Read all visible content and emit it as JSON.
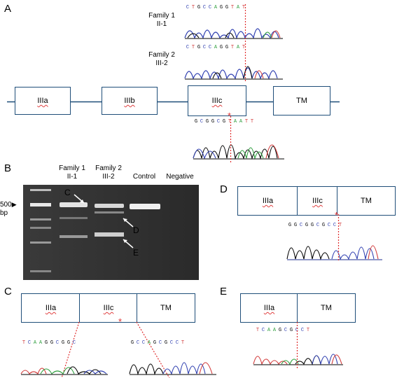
{
  "panels": {
    "a": {
      "letter": "A",
      "family1": "Family 1",
      "family1_id": "II-1",
      "family2": "Family 2",
      "family2_id": "III-2",
      "seq_top": [
        "C",
        "T",
        "G",
        "C",
        "C",
        "A",
        "G",
        "G",
        "T",
        "A",
        "T"
      ],
      "seq_mid": [
        "C",
        "T",
        "G",
        "C",
        "C",
        "A",
        "G",
        "G",
        "T",
        "A",
        "T"
      ],
      "seq_bot": [
        "G",
        "C",
        "G",
        "G",
        "C",
        "G",
        "T",
        "A",
        "A",
        "T",
        "T"
      ],
      "exons": [
        "IIIa",
        "IIIb",
        "IIIc",
        "TM"
      ],
      "asterisk": "*"
    },
    "b": {
      "letter": "B",
      "lanes": [
        "Family 1",
        "II-1",
        "Family 2",
        "III-2",
        "Control",
        "Negative"
      ],
      "marker_size": "500",
      "marker_unit": "bp",
      "band_labels": [
        "C",
        "D",
        "E"
      ]
    },
    "c": {
      "letter": "C",
      "exons": [
        "IIIa",
        "IIIc",
        "TM"
      ],
      "seq_left": [
        "T",
        "C",
        "A",
        "A",
        "G",
        "G",
        "C",
        "G",
        "G",
        "C"
      ],
      "seq_right": [
        "G",
        "C",
        "C",
        "A",
        "G",
        "C",
        "G",
        "C",
        "C",
        "T"
      ],
      "asterisk": "*"
    },
    "d": {
      "letter": "D",
      "exons": [
        "IIIa",
        "IIIc",
        "TM"
      ],
      "seq": [
        "G",
        "G",
        "C",
        "G",
        "G",
        "C",
        "G",
        "C",
        "C",
        "T"
      ],
      "asterisk": "*"
    },
    "e": {
      "letter": "E",
      "exons": [
        "IIIa",
        "TM"
      ],
      "seq": [
        "T",
        "C",
        "A",
        "A",
        "G",
        "C",
        "G",
        "C",
        "C",
        "T"
      ]
    }
  }
}
